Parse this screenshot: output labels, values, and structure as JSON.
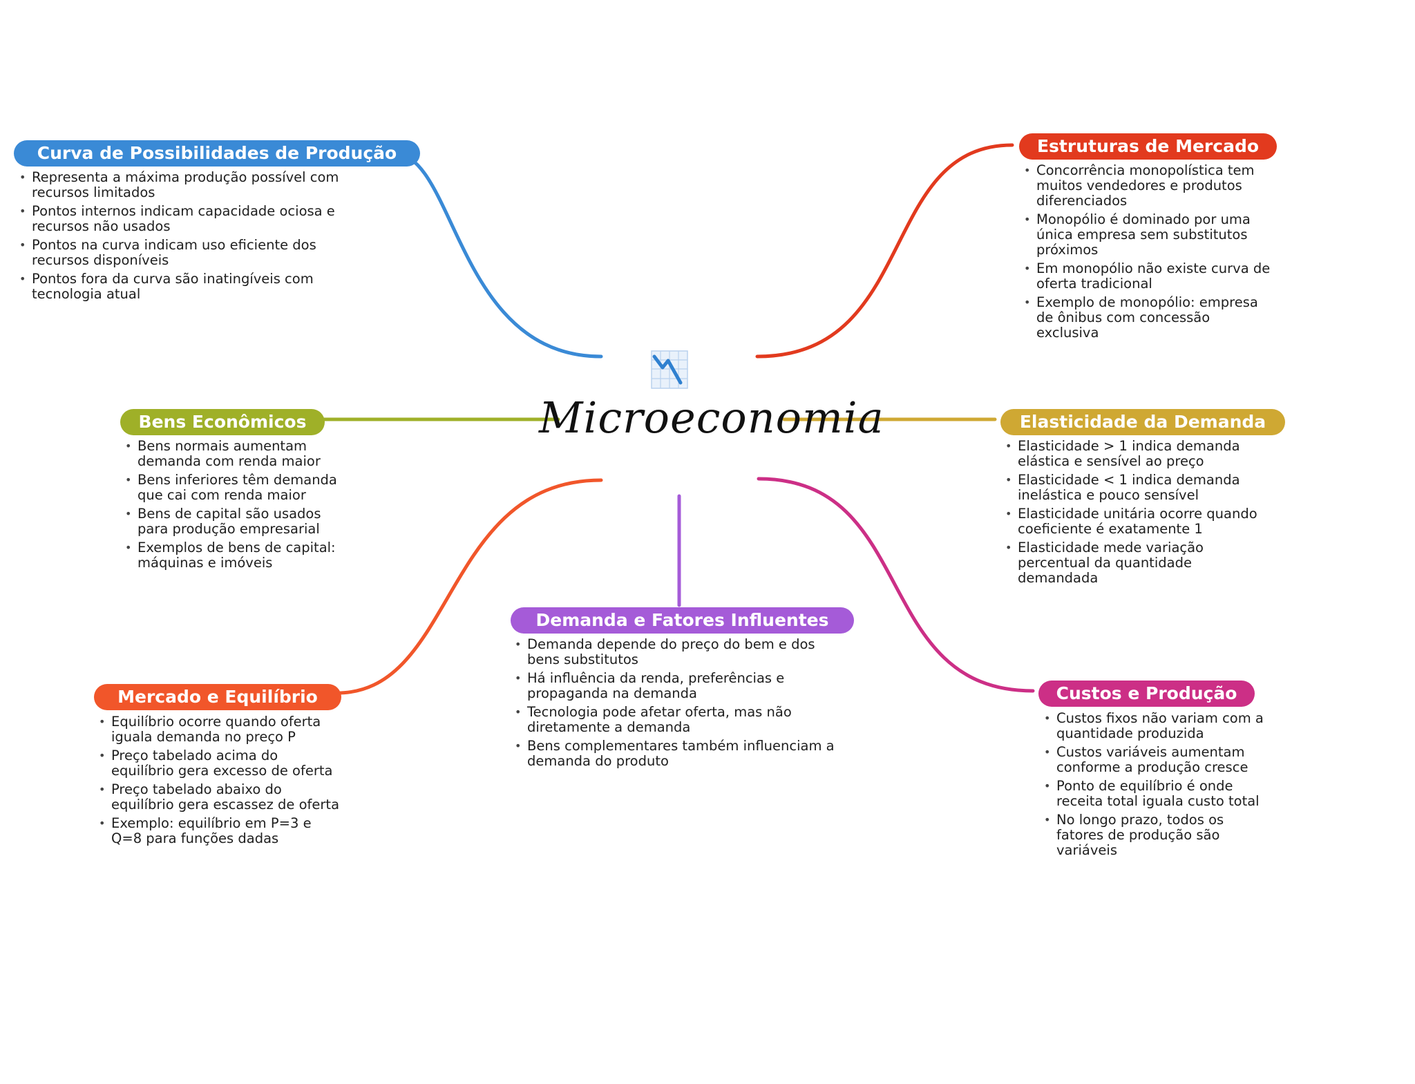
{
  "central": {
    "title": "Microeconomia",
    "icon": "declining-chart-icon"
  },
  "branches": [
    {
      "id": "cpp",
      "title": "Curva de Possibilidades de Produção",
      "color": "#3a8ad6",
      "items": [
        "Representa a máxima produção possível com recursos limitados",
        "Pontos internos indicam capacidade ociosa e recursos não usados",
        "Pontos na curva indicam uso eficiente dos recursos disponíveis",
        "Pontos fora da curva são inatingíveis com tecnologia atual"
      ]
    },
    {
      "id": "estruturas",
      "title": "Estruturas de Mercado",
      "color": "#e23a1e",
      "items": [
        "Concorrência monopolística tem muitos vendedores e produtos diferenciados",
        "Monopólio é dominado por uma única empresa sem substitutos próximos",
        "Em monopólio não existe curva de oferta tradicional",
        "Exemplo de monopólio: empresa de ônibus com concessão exclusiva"
      ]
    },
    {
      "id": "bens",
      "title": "Bens Econômicos",
      "color": "#9fb028",
      "items": [
        "Bens normais aumentam demanda com renda maior",
        "Bens inferiores têm demanda que cai com renda maior",
        "Bens de capital são usados para produção empresarial",
        "Exemplos de bens de capital: máquinas e imóveis"
      ]
    },
    {
      "id": "elasticidade",
      "title": "Elasticidade da Demanda",
      "color": "#cfa833",
      "items": [
        "Elasticidade > 1 indica demanda elástica e sensível ao preço",
        "Elasticidade < 1 indica demanda inelástica e pouco sensível",
        "Elasticidade unitária ocorre quando coeficiente é exatamente 1",
        "Elasticidade mede variação percentual da quantidade demandada"
      ]
    },
    {
      "id": "mercado",
      "title": "Mercado e Equilíbrio",
      "color": "#f1562a",
      "items": [
        "Equilíbrio ocorre quando oferta iguala demanda no preço P",
        "Preço tabelado acima do equilíbrio gera excesso de oferta",
        "Preço tabelado abaixo do equilíbrio gera escassez de oferta",
        "Exemplo: equilíbrio em P=3 e Q=8 para funções dadas"
      ]
    },
    {
      "id": "demanda",
      "title": "Demanda e Fatores Influentes",
      "color": "#a55bd8",
      "items": [
        "Demanda depende do preço do bem e dos bens substitutos",
        "Há influência da renda, preferências e propaganda na demanda",
        "Tecnologia pode afetar oferta, mas não diretamente a demanda",
        "Bens complementares também influenciam a demanda do produto"
      ]
    },
    {
      "id": "custos",
      "title": "Custos e Produção",
      "color": "#cc2f86",
      "items": [
        "Custos fixos não variam com a quantidade produzida",
        "Custos variáveis aumentam conforme a produção cresce",
        "Ponto de equilíbrio é onde receita total iguala custo total",
        "No longo prazo, todos os fatores de produção são variáveis"
      ]
    }
  ]
}
